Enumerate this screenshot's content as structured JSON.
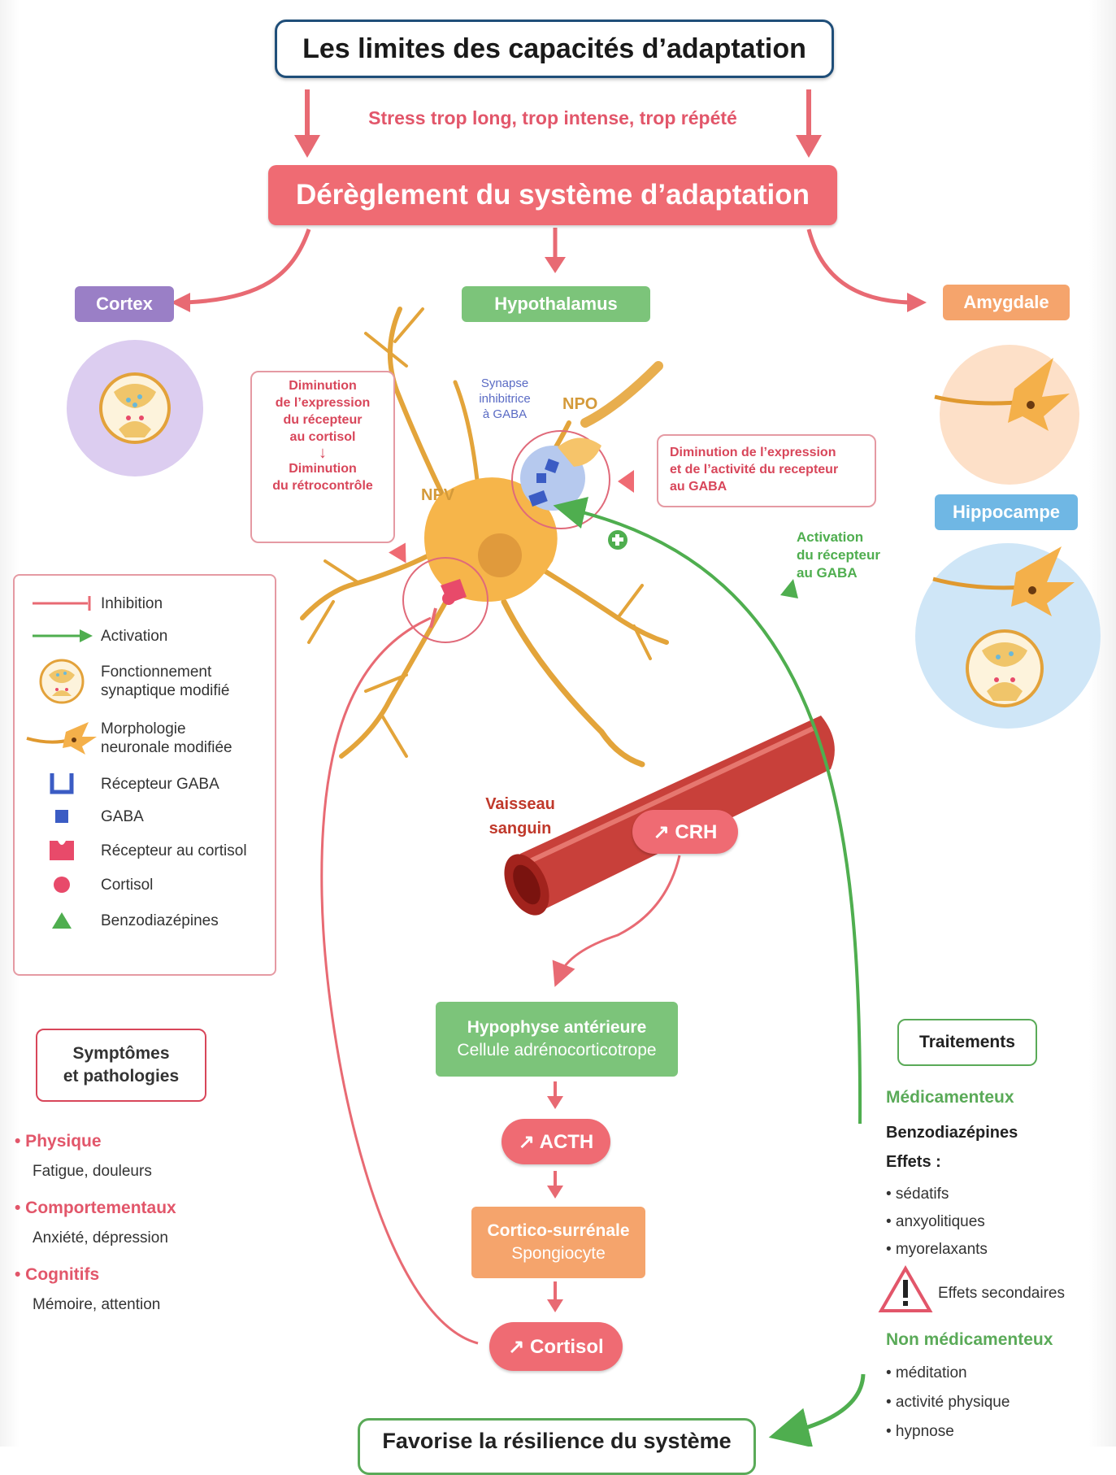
{
  "title": "Les limites des capacités d’adaptation",
  "stress": "Stress trop long, trop intense, trop répété",
  "dysregulation": "Dérèglement du système d’adaptation",
  "regions": {
    "cortex": "Cortex",
    "hypothalamus": "Hypothalamus",
    "amygdala": "Amygdale",
    "hippocampus": "Hippocampe"
  },
  "notes": {
    "left": [
      "Diminution",
      "de l’expression",
      "du récepteur",
      "au cortisol",
      "Diminution",
      "du rétrocontrôle"
    ],
    "right": [
      "Diminution de l’expression",
      "et de l’activité du recepteur",
      "au GABA"
    ]
  },
  "labels": {
    "synapse": [
      "Synapse",
      "inhibitrice",
      "à GABA"
    ],
    "npo": "NPO",
    "npv": "NPV",
    "activation": [
      "Activation",
      "du récepteur",
      "au GABA"
    ],
    "vessel": [
      "Vaisseau",
      "sanguin"
    ]
  },
  "axis": {
    "crh": "↗ CRH",
    "pituitary": [
      "Hypophyse antérieure",
      "Cellule adrénocorticotrope"
    ],
    "acth": "↗ ACTH",
    "adrenal": [
      "Cortico-surrénale",
      "Spongiocyte"
    ],
    "cortisol": "↗ Cortisol"
  },
  "legend": [
    "Inhibition",
    "Activation",
    [
      "Fonctionnement",
      "synaptique modifié"
    ],
    [
      "Morphologie",
      "neuronale modifiée"
    ],
    "Récepteur GABA",
    "GABA",
    "Récepteur au cortisol",
    "Cortisol",
    "Benzodiazépines"
  ],
  "symptoms": {
    "title": [
      "Symptômes",
      "et pathologies"
    ],
    "items": [
      {
        "cat": "• Physique",
        "detail": "Fatigue, douleurs"
      },
      {
        "cat": "• Comportementaux",
        "detail": "Anxiété, dépression"
      },
      {
        "cat": "• Cognitifs",
        "detail": "Mémoire, attention"
      }
    ]
  },
  "treatments": {
    "title": "Traitements",
    "med": "Médicamenteux",
    "drug": "Benzodiazépines",
    "effects": "Effets :",
    "effect_items": [
      "• sédatifs",
      "• anxyolitiques",
      "• myorelaxants"
    ],
    "side_effects": "Effets secondaires",
    "nonmed": "Non médicamenteux",
    "nonmed_items": [
      "• méditation",
      "• activité physique",
      "• hypnose"
    ]
  },
  "bottom": "Favorise la résilience du système"
}
